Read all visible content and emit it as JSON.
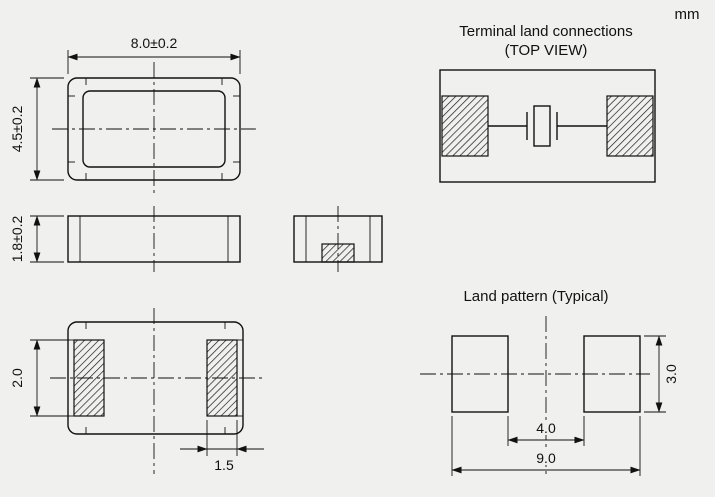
{
  "units_label": "mm",
  "terminal_land": {
    "title": "Terminal land connections",
    "subtitle": "(TOP VIEW)"
  },
  "land_pattern": {
    "title": "Land pattern (Typical)",
    "dim_gap": "4.0",
    "dim_overall": "9.0",
    "dim_height": "3.0"
  },
  "views": {
    "top": {
      "dim_width": "8.0±0.2",
      "dim_height": "4.5±0.2"
    },
    "side": {
      "dim_thickness": "1.8±0.2"
    },
    "bottom": {
      "dim_pad_length": "2.0",
      "dim_pad_width": "1.5"
    }
  },
  "colors": {
    "line": "#111111",
    "background": "#f0f0ee"
  }
}
